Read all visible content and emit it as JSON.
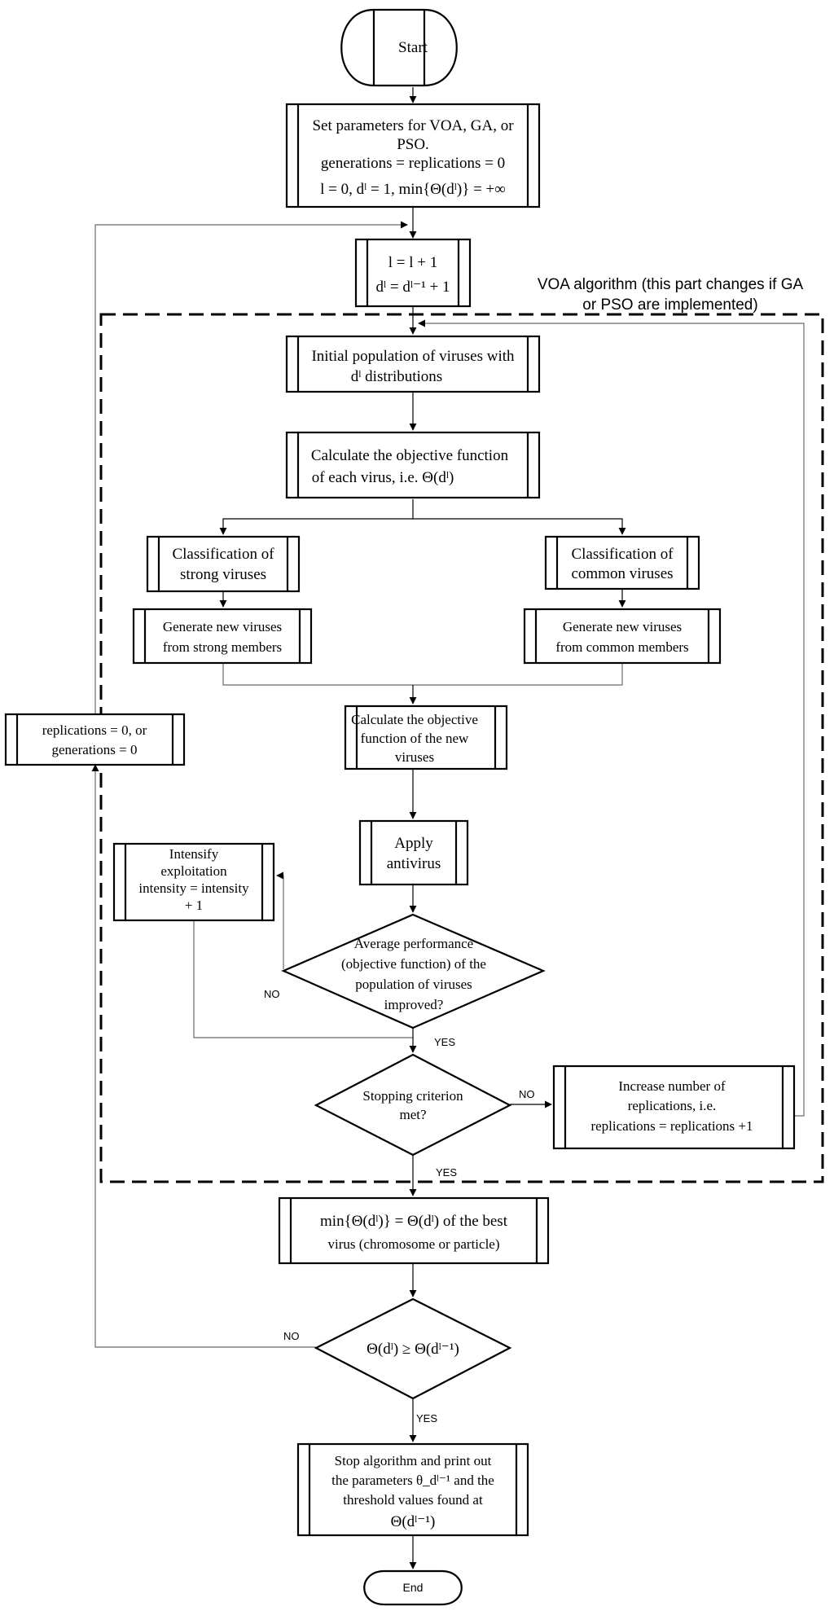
{
  "diagram": {
    "start": "Start",
    "end": "End",
    "set_params": {
      "line1": "Set parameters for VOA, GA, or",
      "line2": "PSO.",
      "line3": "generations = replications = 0",
      "line4": "l = 0,  dˡ = 1,  min{Θ(dˡ)} = +∞"
    },
    "increment": {
      "line1": "l = l + 1",
      "line2": "dˡ = dˡ⁻¹ + 1"
    },
    "voa_region_label": {
      "line1": "VOA algorithm (this part changes if GA",
      "line2": "or PSO are implemented)"
    },
    "initial_population": {
      "line1": "Initial population of viruses with",
      "line2": "dˡ distributions"
    },
    "calc_objective": {
      "line1": "Calculate the objective function",
      "line2": "of each virus, i.e.  Θ(dˡ)"
    },
    "class_strong": {
      "line1": "Classification of",
      "line2": "strong viruses"
    },
    "class_common": {
      "line1": "Classification of",
      "line2": "common viruses"
    },
    "gen_strong": {
      "line1": "Generate new viruses",
      "line2": "from strong members"
    },
    "gen_common": {
      "line1": "Generate new viruses",
      "line2": "from common members"
    },
    "calc_new": {
      "line1": "Calculate the objective",
      "line2": "function of the new",
      "line3": "viruses"
    },
    "reset": {
      "line1": "replications = 0, or",
      "line2": "generations = 0"
    },
    "antivirus": {
      "line1": "Apply",
      "line2": "antivirus"
    },
    "intensify": {
      "line1": "Intensify",
      "line2": "exploitation",
      "line3": "intensity = intensity",
      "line4": "+ 1"
    },
    "avg_perf": {
      "line1": "Average performance",
      "line2": "(objective function) of the",
      "line3": "population of viruses",
      "line4": "improved?"
    },
    "stopping": {
      "line1": "Stopping criterion",
      "line2": "met?"
    },
    "increase_repl": {
      "line1": "Increase number of",
      "line2": "replications, i.e.",
      "line3": "replications = replications +1"
    },
    "min_best": {
      "line1": "min{Θ(dˡ)} = Θ(dˡ)  of the best",
      "line2": "virus (chromosome or particle)"
    },
    "compare": {
      "line1": "Θ(dˡ) ≥ Θ(dˡ⁻¹)"
    },
    "stop_print": {
      "line1": "Stop algorithm and print out",
      "line2": "the parameters  θ_dˡ⁻¹  and the",
      "line3": "threshold values found at",
      "line4": "Θ(dˡ⁻¹)"
    },
    "labels": {
      "no_avg": "NO",
      "yes_avg": "YES",
      "no_stop": "NO",
      "yes_stop": "YES",
      "no_compare": "NO",
      "yes_compare": "YES"
    }
  }
}
